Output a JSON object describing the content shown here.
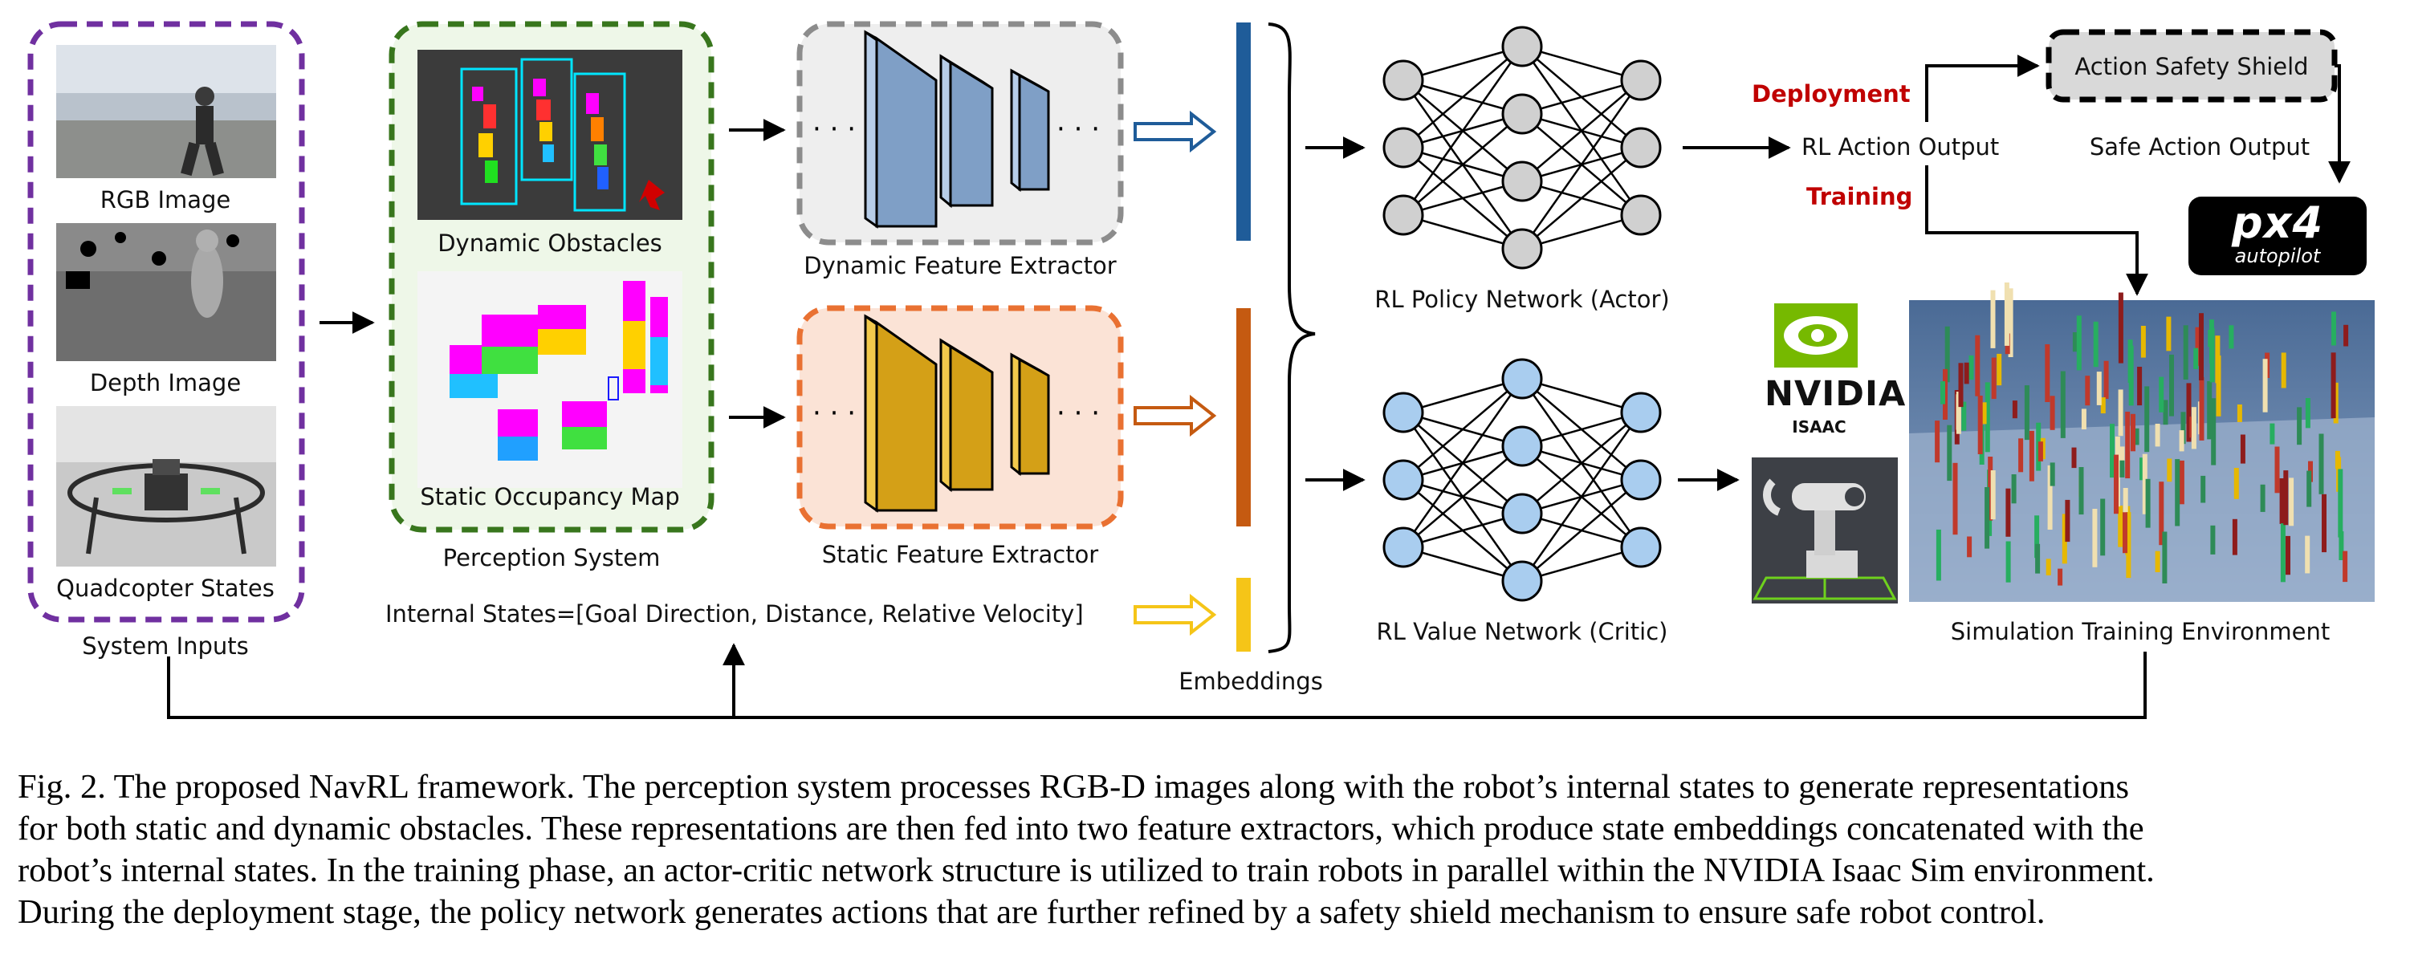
{
  "inputs": {
    "rgb_label": "RGB Image",
    "depth_label": "Depth Image",
    "quad_label": "Quadcopter States",
    "group_label": "System Inputs"
  },
  "perception": {
    "dynamic_label": "Dynamic Obstacles",
    "static_label": "Static Occupancy Map",
    "group_label": "Perception System"
  },
  "extractors": {
    "dynamic_label": "Dynamic Feature Extractor",
    "static_label": "Static Feature Extractor"
  },
  "internal_states": "Internal States=[Goal Direction, Distance, Relative Velocity]",
  "embeddings_label": "Embeddings",
  "networks": {
    "policy_label": "RL Policy Network (Actor)",
    "value_label": "RL Value Network (Critic)"
  },
  "deployment": {
    "deployment_label": "Deployment",
    "training_label": "Training",
    "rl_action_label": "RL Action Output",
    "shield_label": "Action Safety Shield",
    "safe_action_label": "Safe Action Output"
  },
  "logos": {
    "px4_main": "px4",
    "px4_sub": "autopilot",
    "nvidia": "NVIDIA",
    "isaac": "ISAAC"
  },
  "sim_label": "Simulation Training Environment",
  "caption": {
    "lines": [
      "Fig. 2.   The proposed NavRL framework. The perception system processes RGB-D images along with the robot’s internal states to generate representations",
      "for both static and dynamic obstacles. These representations are then fed into two feature extractors, which produce state embeddings concatenated with the",
      "robot’s internal states. In the training phase, an actor-critic network structure is utilized to train robots in parallel within the NVIDIA Isaac Sim environment.",
      "During the deployment stage, the policy network generates actions that are further refined by a safety shield mechanism to ensure safe robot control."
    ]
  },
  "colors": {
    "inputs_border": "#7030a0",
    "perception_border": "#38761d",
    "perception_fill": "#eef7e8",
    "dynamic_border": "#8c8c8c",
    "dynamic_fill": "#eeeeee",
    "static_border": "#e97132",
    "static_fill": "#fbe3d6",
    "dynamic_layer": "#7f9fc6",
    "static_layer": "#d4a017",
    "embed_blue": "#1f5c99",
    "embed_orange": "#c55a11",
    "embed_yellow": "#f5c518",
    "actor_node": "#d0d0d0",
    "critic_node": "#a9cdef",
    "shield_fill": "#d9d9d9",
    "deploy_red": "#c00000",
    "nvidia_green": "#76b900"
  }
}
